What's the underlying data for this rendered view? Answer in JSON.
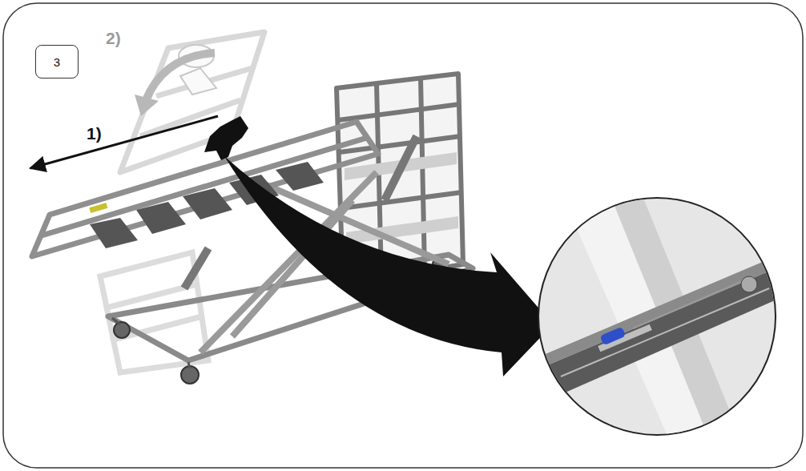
{
  "diagram": {
    "nodes": [
      {
        "text": [
          "3"
        ]
      }
    ],
    "labels": [
      "2)",
      "1)"
    ]
  }
}
